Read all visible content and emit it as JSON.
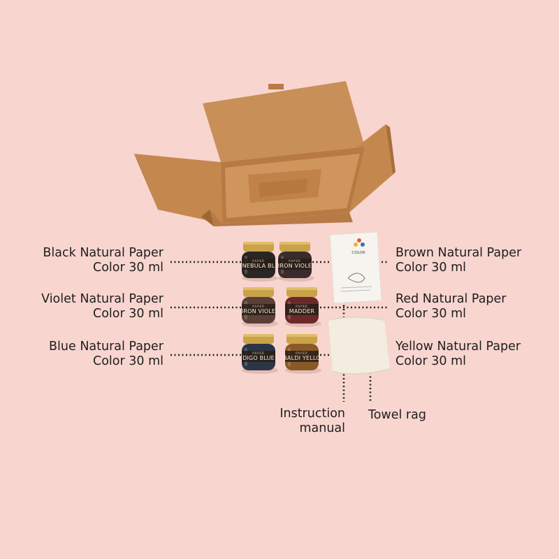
{
  "labels": {
    "black": [
      "Black Natural Paper",
      "Color 30 ml"
    ],
    "violet": [
      "Violet Natural Paper",
      "Color 30 ml"
    ],
    "blue": [
      "Blue Natural Paper",
      "Color 30 ml"
    ],
    "brown": [
      "Brown Natural Paper",
      "Color 30 ml"
    ],
    "red": [
      "Red Natural Paper",
      "Color 30 ml"
    ],
    "yellow": [
      "Yellow Natural Paper",
      "Color 30 ml"
    ],
    "manual": [
      "Instruction",
      "manual"
    ],
    "towel": "Towel rag"
  },
  "jars": [
    {
      "label": "NEBULA BL",
      "top": "PAPER"
    },
    {
      "label": "IRON VIOLE",
      "top": "PAPER"
    },
    {
      "label": "IRON VIOLE",
      "top": "PAPER"
    },
    {
      "label": "MADDER",
      "top": "PAPER"
    },
    {
      "label": "DIGO BLUE",
      "top": "PAPER"
    },
    {
      "label": "BALDI YELLO",
      "top": "PAPER"
    }
  ],
  "manual_logo": "COLOR",
  "colors": {
    "background": "#f8d5cf",
    "cardboard": "#c98b52",
    "lid": "#c9a24a",
    "text": "#1e1e1e"
  }
}
